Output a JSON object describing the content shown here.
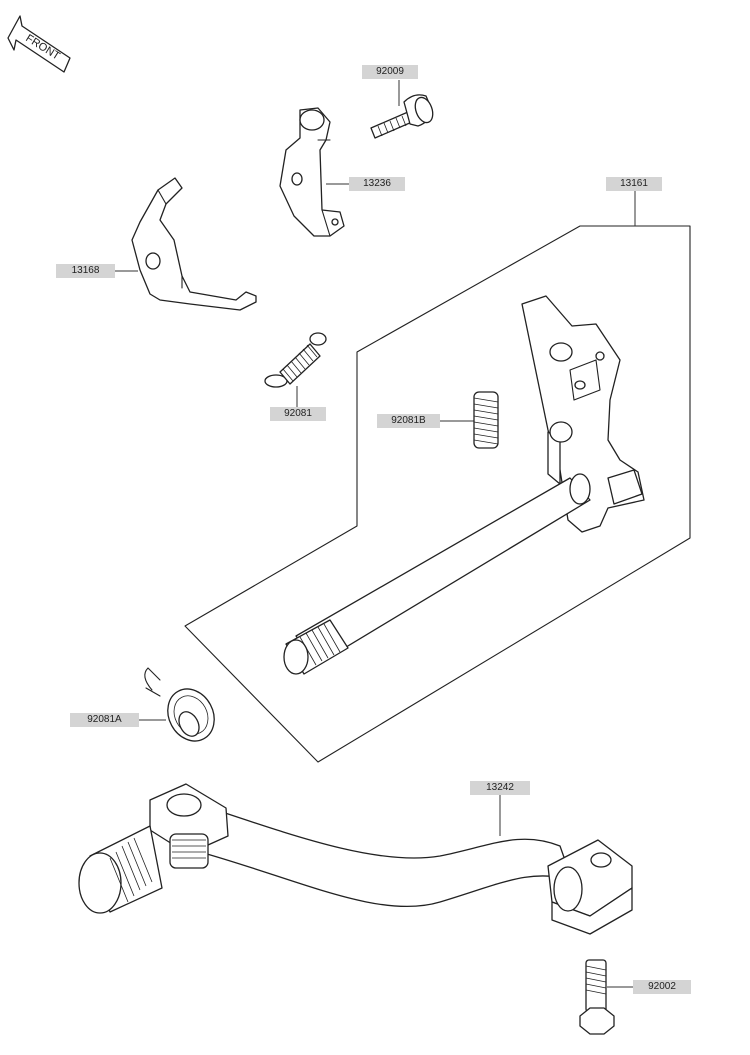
{
  "orientation": {
    "front_label": "FRONT"
  },
  "parts": {
    "p92009": "92009",
    "p13236": "13236",
    "p13161": "13161",
    "p13168": "13168",
    "p92081": "92081",
    "p92081B": "92081B",
    "p92081A": "92081A",
    "p13242": "13242",
    "p92002": "92002"
  }
}
